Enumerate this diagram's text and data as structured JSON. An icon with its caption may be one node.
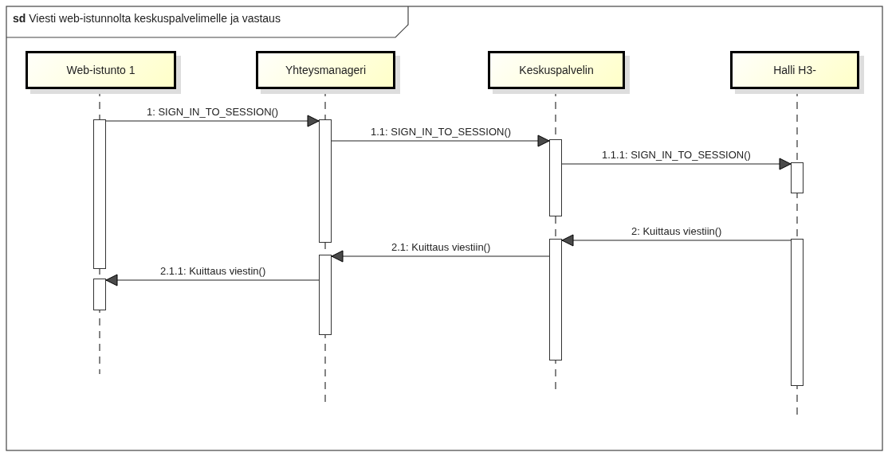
{
  "diagram": {
    "title": "**sd** Viesti web-istunnolta keskuspalvelimelle ja vastaus",
    "nodes": [
      {
        "text": [
          "Web-istunto 1"
        ]
      },
      {
        "text": [
          "Yhteysmanageri"
        ]
      },
      {
        "text": [
          "Keskuspalvelin"
        ]
      },
      {
        "text": [
          "Halli H3-"
        ]
      },
      {
        "text": [],
        "shape": "bar"
      },
      {
        "text": [],
        "shape": "bar"
      },
      {
        "text": [],
        "shape": "bar"
      },
      {
        "text": [],
        "shape": "bar"
      },
      {
        "text": [],
        "shape": "bar"
      },
      {
        "text": [],
        "shape": "bar"
      },
      {
        "text": [],
        "shape": "bar"
      },
      {
        "text": [],
        "shape": "bar"
      }
    ],
    "edges": [
      {
        "from": 4,
        "to": 6,
        "arrow": "to",
        "label": "1: SIGN_IN_TO_SESSION()"
      },
      {
        "from": 6,
        "to": 8,
        "arrow": "to",
        "label": "1.1: SIGN_IN_TO_SESSION()"
      },
      {
        "from": 8,
        "to": 10,
        "arrow": "to",
        "label": "1.1.1: SIGN_IN_TO_SESSION()"
      },
      {
        "from": 11,
        "to": 9,
        "arrow": "to",
        "label": "2: Kuittaus viestiin()"
      },
      {
        "from": 9,
        "to": 7,
        "arrow": "to",
        "label": "2.1: Kuittaus viestiin()"
      },
      {
        "from": 7,
        "to": 5,
        "arrow": "to",
        "label": "2.1.1: Kuittaus viestin()"
      }
    ]
  }
}
